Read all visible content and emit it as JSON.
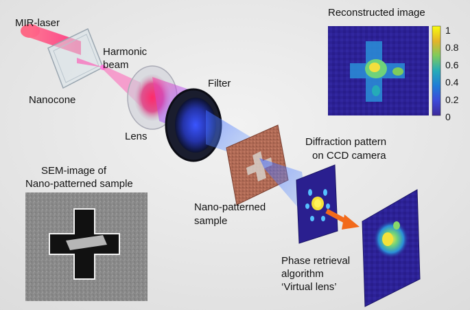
{
  "labels": {
    "laser": "MIR-laser",
    "harmonic_1": "Harmonic",
    "harmonic_2": "beam",
    "nanocone": "Nanocone",
    "lens": "Lens",
    "filter": "Filter",
    "reconstructed": "Reconstructed image",
    "diffraction_1": "Diffraction pattern",
    "diffraction_2": "on CCD camera",
    "sem_1": "SEM-image of",
    "sem_2": "Nano-patterned sample",
    "sample_1": "Nano-patterned",
    "sample_2": "sample",
    "phase_1": "Phase retrieval",
    "phase_2": "algorithm",
    "phase_3": "‘Virtual lens’"
  },
  "colorbar": {
    "ticks": [
      "1",
      "0.8",
      "0.6",
      "0.4",
      "0.2",
      "0"
    ],
    "colors": [
      "#f9fb0e",
      "#e3b42a",
      "#7fcb5c",
      "#25abb8",
      "#1f7cd7",
      "#3d4bd9",
      "#3d2a9b"
    ]
  },
  "colors": {
    "background": "#ececec",
    "laser_beam": "#ff3d7f",
    "harmonic_beam": "#3b63ff",
    "arrow": "#f26a1b",
    "heatmap_low": "#2a1f8f"
  }
}
